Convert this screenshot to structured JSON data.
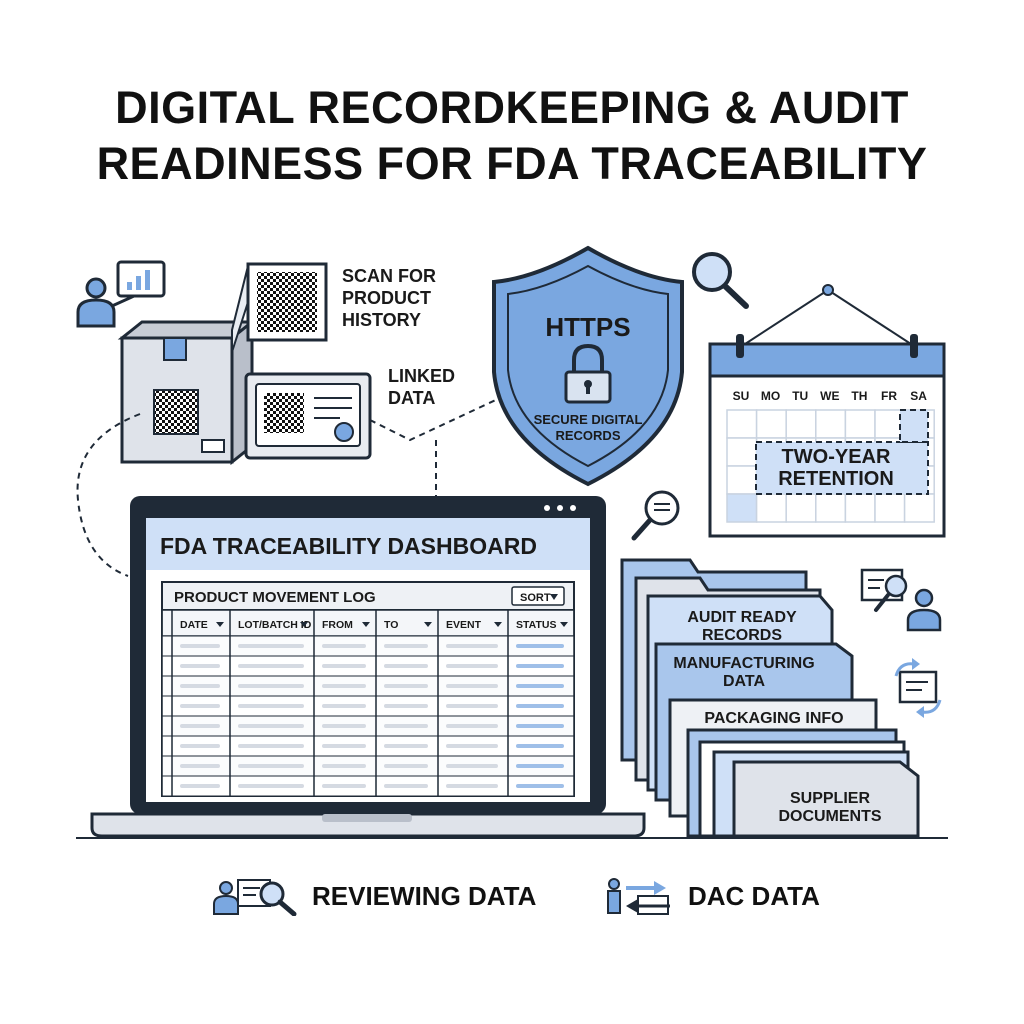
{
  "title": {
    "line1": "DIGITAL RECORDKEEPING & AUDIT",
    "line2": "READINESS FOR FDA TRACEABILITY"
  },
  "callouts": {
    "scan_line1": "SCAN FOR",
    "scan_line2": "PRODUCT",
    "scan_line3": "HISTORY",
    "linked_line1": "LINKED",
    "linked_line2": "DATA"
  },
  "shield": {
    "title": "HTTPS",
    "caption_line1": "SECURE DIGITAL",
    "caption_line2": "RECORDS"
  },
  "calendar": {
    "days": [
      "SU",
      "MO",
      "TU",
      "WE",
      "TH",
      "FR",
      "SA"
    ],
    "retention_line1": "TWO-YEAR",
    "retention_line2": "RETENTION"
  },
  "dashboard": {
    "title": "FDA TRACEABILITY DASHBOARD",
    "log_title": "PRODUCT MOVEMENT LOG",
    "sort_label": "SORT",
    "columns": [
      "DATE",
      "LOT/BATCH ID",
      "FROM",
      "TO",
      "EVENT",
      "STATUS"
    ]
  },
  "folders": {
    "audit_line1": "AUDIT READY",
    "audit_line2": "RECORDS",
    "mfg_line1": "MANUFACTURING",
    "mfg_line2": "DATA",
    "packaging": "PACKAGING INFO",
    "supplier_line1": "SUPPLIER",
    "supplier_line2": "DOCUMENTS"
  },
  "bottom": {
    "reviewing": "REVIEWING DATA",
    "dac": "DAC DATA"
  },
  "colors": {
    "accent": "#7aa7e0",
    "accent_light": "#cfe0f7",
    "outline": "#1f2a37",
    "panel_gray": "#dfe3ea"
  }
}
